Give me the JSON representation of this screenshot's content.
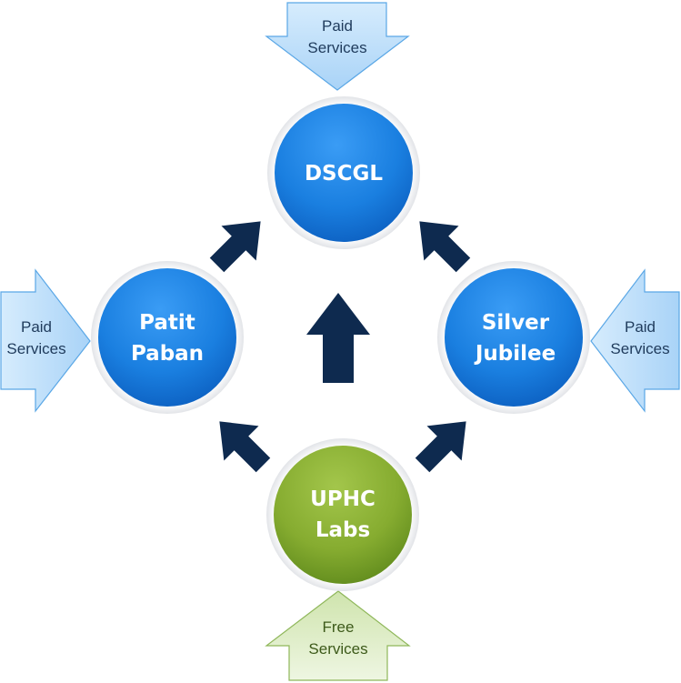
{
  "colors": {
    "blue_node": "#1a7fe0",
    "green_node": "#7fa62c",
    "dark_arrow": "#0e2a4f",
    "paid_fill": "#bfe0fb",
    "paid_stroke": "#5aa7e6",
    "free_fill": "#dcecc4",
    "free_stroke": "#8fb75a"
  },
  "nodes": {
    "dscgl": {
      "line1": "DSCGL"
    },
    "patit_paban": {
      "line1": "Patit",
      "line2": "Paban"
    },
    "silver_jubilee": {
      "line1": "Silver",
      "line2": "Jubilee"
    },
    "uphc_labs": {
      "line1": "UPHC",
      "line2": "Labs"
    }
  },
  "inputs": {
    "top": {
      "line1": "Paid",
      "line2": "Services"
    },
    "left": {
      "line1": "Paid",
      "line2": "Services"
    },
    "right": {
      "line1": "Paid",
      "line2": "Services"
    },
    "bottom": {
      "line1": "Free",
      "line2": "Services"
    }
  }
}
